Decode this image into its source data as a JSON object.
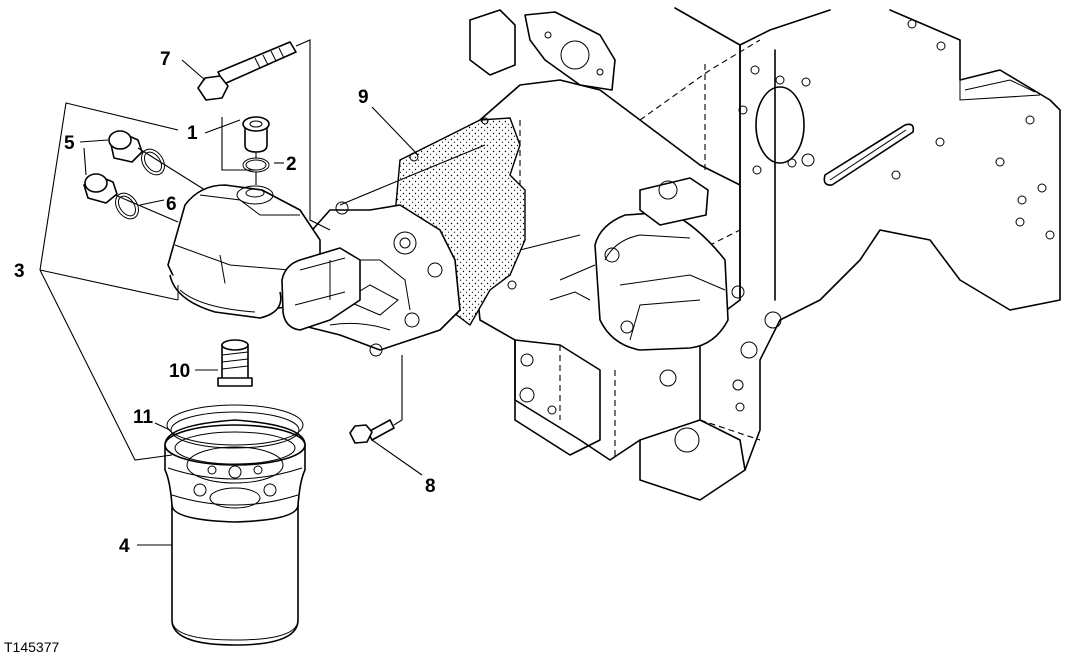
{
  "figure_id": "T145377",
  "callouts": [
    {
      "id": "c1",
      "label": "1"
    },
    {
      "id": "c2",
      "label": "2"
    },
    {
      "id": "c3",
      "label": "3"
    },
    {
      "id": "c4",
      "label": "4"
    },
    {
      "id": "c5",
      "label": "5"
    },
    {
      "id": "c6",
      "label": "6"
    },
    {
      "id": "c7",
      "label": "7"
    },
    {
      "id": "c8",
      "label": "8"
    },
    {
      "id": "c9",
      "label": "9"
    },
    {
      "id": "c10",
      "label": "10"
    },
    {
      "id": "c11",
      "label": "11"
    }
  ]
}
